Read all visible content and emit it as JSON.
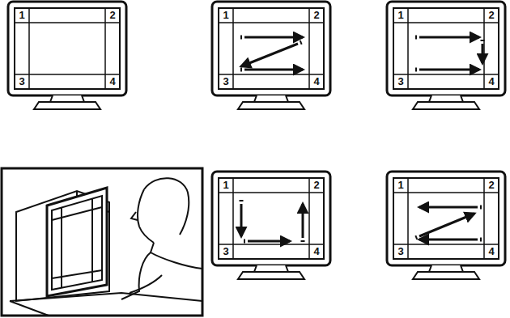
{
  "diagram": {
    "labels": [
      "1",
      "2",
      "3",
      "4",
      "1",
      "2",
      "3",
      "4",
      "1",
      "2",
      "3",
      "4",
      "1",
      "2",
      "3",
      "4",
      "1",
      "2",
      "3",
      "4"
    ]
  }
}
